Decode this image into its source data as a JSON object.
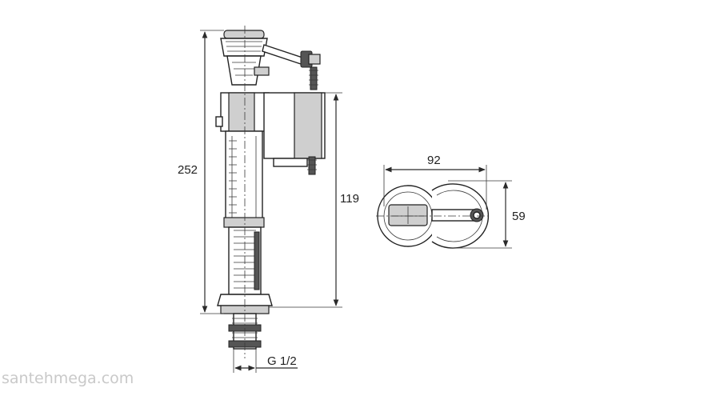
{
  "dimensions": {
    "height_total": "252",
    "height_inlet": "119",
    "width_top": "92",
    "depth_top": "59",
    "thread": "G 1/2"
  },
  "watermark": "santehmega.com",
  "colors": {
    "line": "#2a2a2a",
    "fill_grey": "#cfcfcf",
    "watermark": "#c9c9c9"
  }
}
